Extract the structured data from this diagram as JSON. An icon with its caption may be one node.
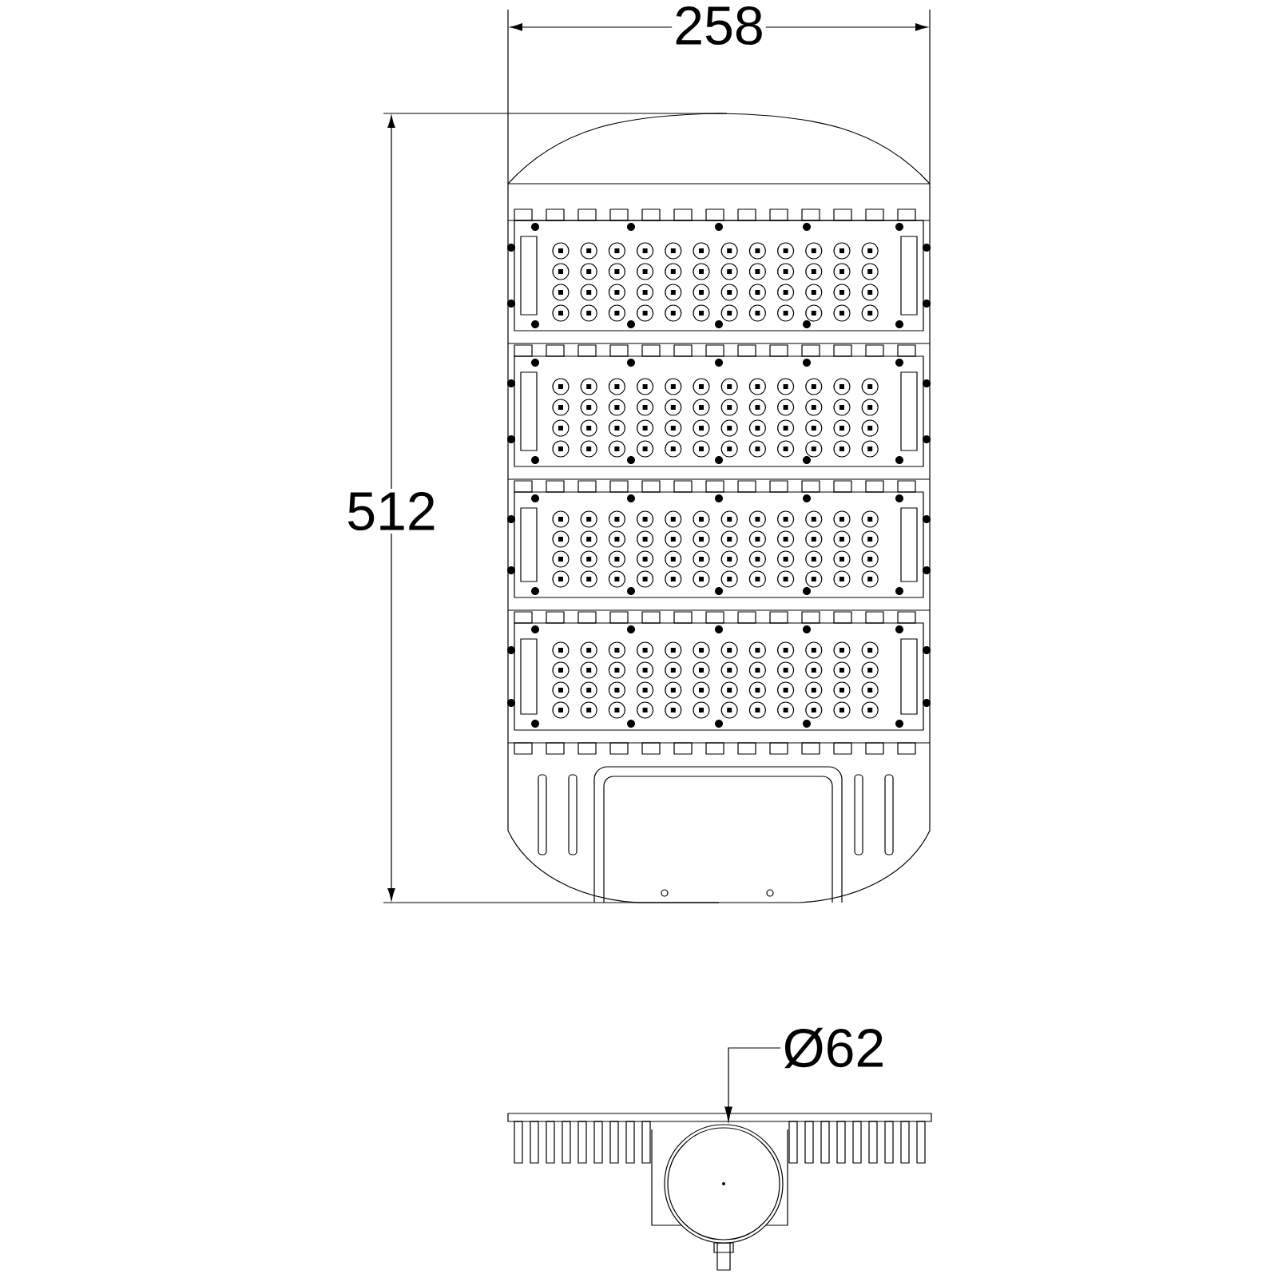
{
  "diagram": {
    "nodes": [
      {
        "text": [
          "Ø62"
        ]
      },
      {
        "text": [],
        "shape": "circle"
      }
    ],
    "edges": [
      {
        "from": 0,
        "to": 1,
        "arrow": "to"
      }
    ],
    "labels": [
      "258",
      "512"
    ]
  }
}
